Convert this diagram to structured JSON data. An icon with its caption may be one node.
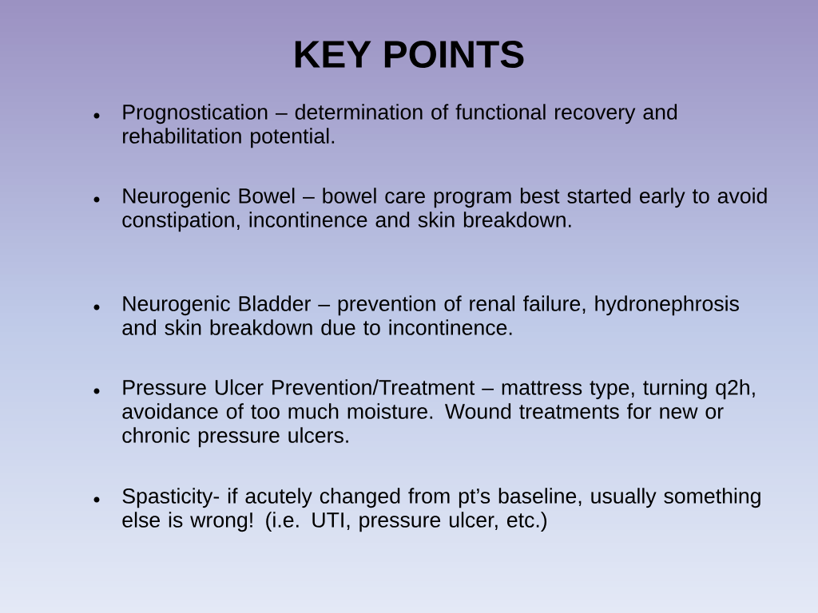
{
  "diagram": {
    "title": "KEY POINTS",
    "labels": [
      "Prognostication – determination of functional recovery and rehabilitation potential.",
      "Neurogenic Bowel – bowel care program best started early to avoid constipation, incontinence and skin breakdown.",
      "Neurogenic Bladder – prevention of renal failure, hydronephrosis and skin breakdown due to incontinence.",
      "Pressure Ulcer Prevention/Treatment – mattress type, turning q2h, avoidance of too much moisture.  Wound treatments for new or chronic pressure ulcers.",
      "Spasticity- if acutely changed from pt’s baseline, usually something else is wrong! (i.e. UTI, pressure ulcer, etc.)"
    ]
  }
}
